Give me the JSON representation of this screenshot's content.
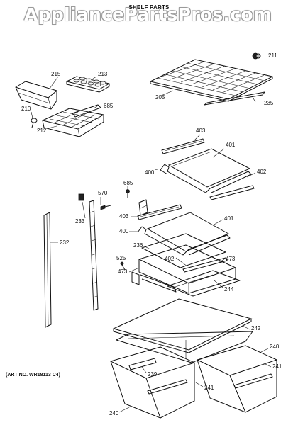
{
  "watermark": "AppliancePartsPros.com",
  "title": "SHELF PARTS",
  "art_number": "(ART NO. WR18113 C4)",
  "part_numbers": {
    "p211": "211",
    "p215": "215",
    "p213": "213",
    "p205": "205",
    "p235": "235",
    "p210": "210",
    "p685a": "685",
    "p212": "212",
    "p403a": "403",
    "p401a": "401",
    "p400a": "400",
    "p402a": "402",
    "p685b": "685",
    "p570": "570",
    "p233": "233",
    "p232": "232",
    "p403b": "403",
    "p401b": "401",
    "p400b": "400",
    "p236": "236",
    "p402b": "402",
    "p473a": "473",
    "p525": "525",
    "p473b": "473",
    "p244": "244",
    "p242": "242",
    "p240a": "240",
    "p241a": "241",
    "p239": "239",
    "p241b": "241",
    "p240b": "240"
  }
}
